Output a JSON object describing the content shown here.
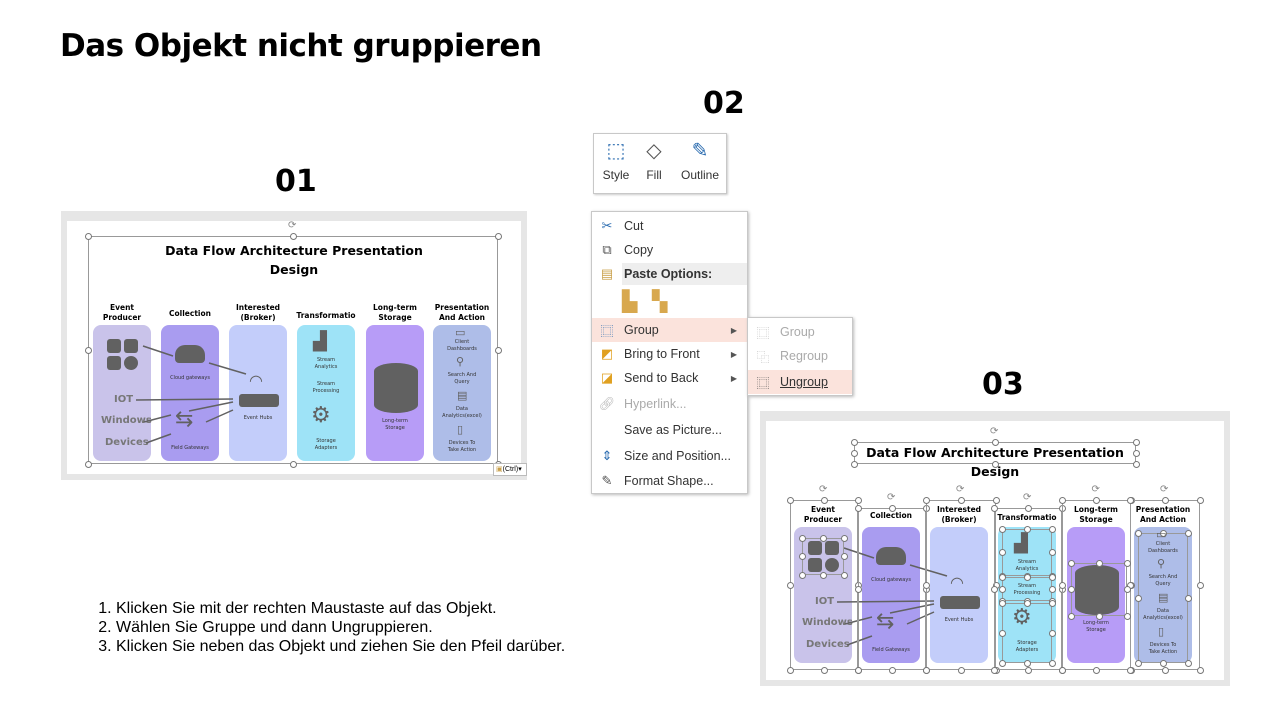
{
  "page_title": "Das Objekt nicht gruppieren",
  "steps": {
    "s1": "01",
    "s2": "02",
    "s3": "03"
  },
  "diagram": {
    "title_line1": "Data Flow Architecture Presentation",
    "title_line2": "Design",
    "columns": [
      {
        "header": "Event\nProducer",
        "color": "#c9c3ea"
      },
      {
        "header": "Collection",
        "color": "#a99cf0"
      },
      {
        "header": "Interested\n(Broker)",
        "color": "#c3cdfa"
      },
      {
        "header": "Transformatio",
        "color": "#9ee3f7"
      },
      {
        "header": "Long-term\nStorage",
        "color": "#b79cf7"
      },
      {
        "header": "Presentation\nAnd Action",
        "color": "#aebde8"
      }
    ],
    "producers": [
      "IOT",
      "Windows",
      "Devices"
    ],
    "labels": {
      "cloud": "Cloud gateways",
      "field": "Field Gateways",
      "hubs": "Event Hubs",
      "stream_analytics": "Stream\nAnalytics",
      "stream_processing": "Stream\nProcessing",
      "storage_adapters": "Storage\nAdapters",
      "longterm": "Long-term\nStorage",
      "client": "Client\nDashboards",
      "search": "Search And\nQuery",
      "data": "Data\nAnalytics(excel)",
      "devices": "Devices To\nTake Action"
    },
    "paste_tag": "(Ctrl)"
  },
  "toolbar": {
    "style": "Style",
    "fill": "Fill",
    "outline": "Outline"
  },
  "menu": {
    "cut": "Cut",
    "copy": "Copy",
    "paste_options": "Paste Options:",
    "group": "Group",
    "bring_front": "Bring to Front",
    "send_back": "Send to Back",
    "hyperlink": "Hyperlink...",
    "save_picture": "Save as Picture...",
    "size_position": "Size and Position...",
    "format_shape": "Format Shape..."
  },
  "submenu": {
    "group": "Group",
    "regroup": "Regroup",
    "ungroup": "Ungroup"
  },
  "instructions": [
    "Klicken Sie mit der rechten Maustaste auf das Objekt.",
    "Wählen Sie Gruppe und dann Ungruppieren.",
    "Klicken Sie neben das Objekt und ziehen Sie den Pfeil darüber."
  ]
}
